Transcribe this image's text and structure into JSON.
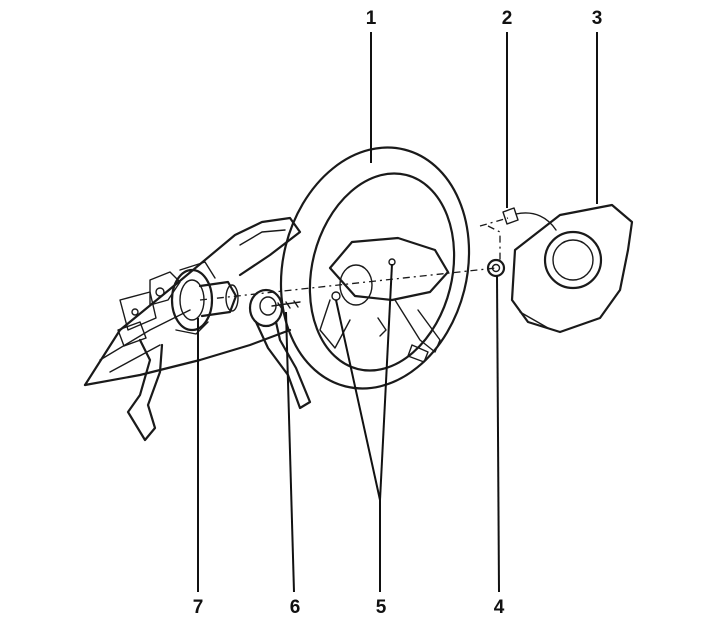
{
  "diagram": {
    "subject": "steering-wheel-airbag-assembly-exploded-view",
    "line_color": "#1a1a1a",
    "callouts": [
      {
        "id": "c1",
        "label": "1",
        "part": "steering-wheel"
      },
      {
        "id": "c2",
        "label": "2",
        "part": "airbag-connector"
      },
      {
        "id": "c3",
        "label": "3",
        "part": "airbag-module"
      },
      {
        "id": "c4",
        "label": "4",
        "part": "nut"
      },
      {
        "id": "c5",
        "label": "5",
        "part": "wheel-fasteners"
      },
      {
        "id": "c6",
        "label": "6",
        "part": "lever-switch"
      },
      {
        "id": "c7",
        "label": "7",
        "part": "clock-spring-steering-column"
      }
    ]
  }
}
